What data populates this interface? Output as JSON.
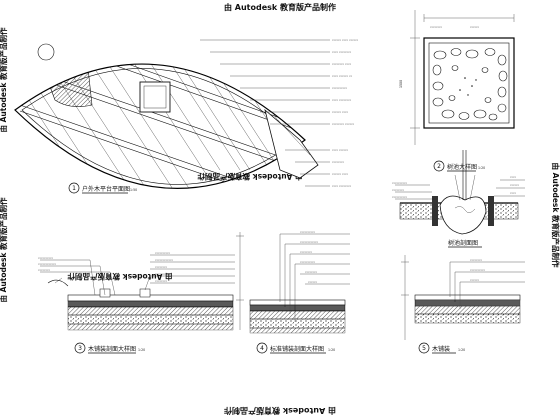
{
  "watermark": "由 Autodesk 教育版产品制作",
  "drawings": {
    "deck_plan": {
      "num": "1",
      "title": "户外木平台平面图",
      "scale": "1:50"
    },
    "tree_pool": {
      "num": "2",
      "title": "树池大样图",
      "scale": "1:20"
    },
    "tree_pool_section": {
      "title": "树池剖面图"
    },
    "deck_edge_section": {
      "num": "3",
      "title": "木铺装剖面大样图",
      "scale": "1:20"
    },
    "paving_section": {
      "num": "4",
      "title": "标准铺装剖面大样图",
      "scale": "1:20"
    },
    "stone_section": {
      "num": "5",
      "title": "木铺装",
      "scale": "1:20"
    }
  }
}
